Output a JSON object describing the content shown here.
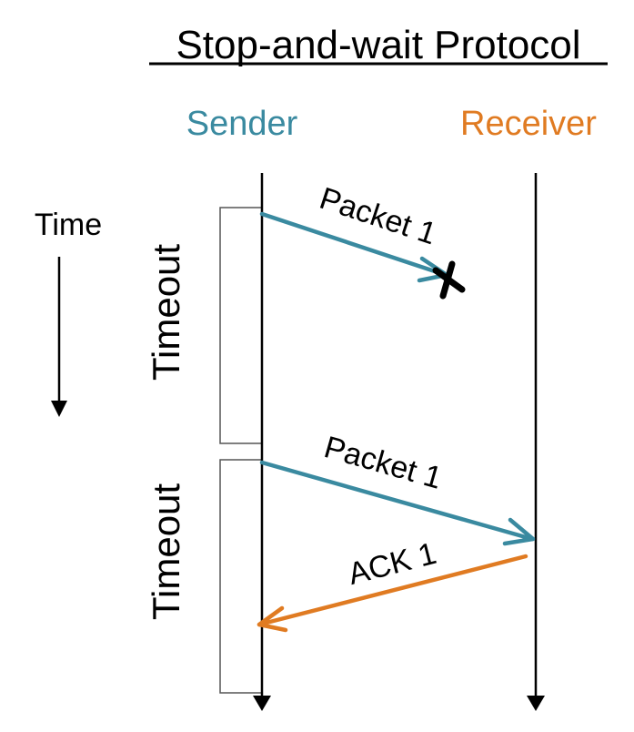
{
  "title": "Stop-and-wait Protocol",
  "sender": {
    "label": "Sender"
  },
  "receiver": {
    "label": "Receiver"
  },
  "time_label": "Time",
  "timeouts": [
    {
      "label": "Timeout"
    },
    {
      "label": "Timeout"
    }
  ],
  "messages": [
    {
      "label": "Packet 1",
      "direction": "sender-to-receiver",
      "lost": true
    },
    {
      "label": "Packet 1",
      "direction": "sender-to-receiver",
      "lost": false
    },
    {
      "label": "ACK 1",
      "direction": "receiver-to-sender",
      "lost": false
    }
  ],
  "icons": {
    "lost_marker": "x-mark-icon",
    "arrow_head": "arrow-head-icon"
  },
  "colors": {
    "sender": "#3a8aa0",
    "receiver": "#e07b22",
    "line": "#000000",
    "timeout_box": "#555555"
  }
}
